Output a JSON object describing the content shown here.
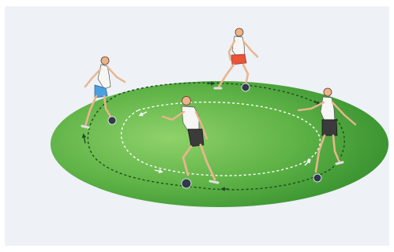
{
  "scene": {
    "colors": {
      "background": "#eef1f6",
      "field": "#5fb347",
      "field_dark": "#2f8a2a",
      "field_light": "#8fd26a",
      "skin": "#e8b58c",
      "shirt": "#f6f6f4",
      "shorts_blue": "#4a9fe0",
      "shorts_red": "#e8553a",
      "shorts_dark": "#3b3b3b",
      "ball": "#2f3a4a",
      "path_arrow": "#1f4a22"
    },
    "players": [
      {
        "role": "top-left",
        "shorts": "blue"
      },
      {
        "role": "top-center",
        "shorts": "red"
      },
      {
        "role": "right",
        "shorts": "dark"
      },
      {
        "role": "center",
        "shorts": "dark"
      }
    ]
  }
}
